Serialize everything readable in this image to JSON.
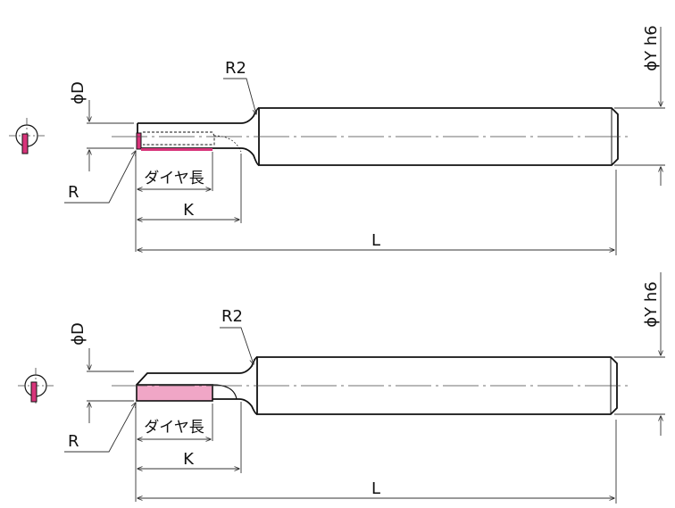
{
  "colors": {
    "outline": "#111111",
    "dim_line": "#333333",
    "diamond_tip": "#d8347a",
    "diamond_fill": "#f0a6c6",
    "center_line": "#444444"
  },
  "icons": {
    "end_view": "cutter-end-view-icon"
  },
  "views": [
    {
      "id": "top",
      "labels": {
        "d": "ϕD",
        "r2": "R2",
        "y": "ϕY h6",
        "r": "R",
        "diamond_length": "ダイヤ長",
        "k": "K",
        "l": "L"
      }
    },
    {
      "id": "bottom",
      "labels": {
        "d": "ϕD",
        "r2": "R2",
        "y": "ϕY h6",
        "r": "R",
        "diamond_length": "ダイヤ長",
        "k": "K",
        "l": "L"
      }
    }
  ]
}
